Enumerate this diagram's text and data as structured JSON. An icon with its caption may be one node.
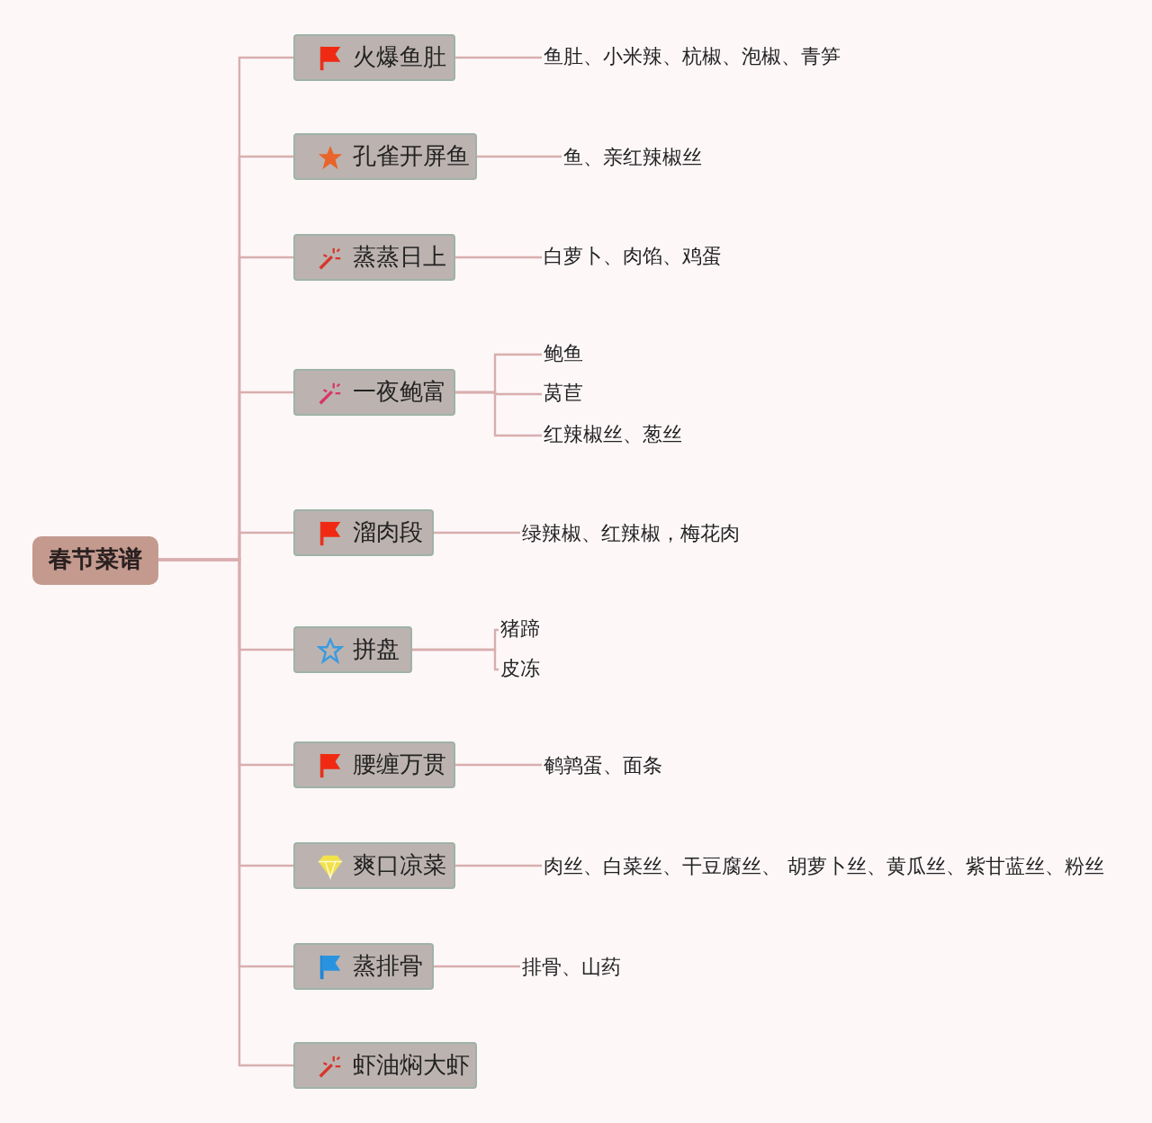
{
  "diagram": {
    "nodes": [
      {
        "text": [
          "春节菜谱"
        ]
      },
      {
        "text": [
          "火爆鱼肚"
        ]
      },
      {
        "text": [
          "鱼肚、小米辣、杭椒、泡椒、青笋"
        ]
      },
      {
        "text": [
          "孔雀开屏鱼"
        ]
      },
      {
        "text": [
          "鱼、亲红辣椒丝"
        ]
      },
      {
        "text": [
          "蒸蒸日上"
        ]
      },
      {
        "text": [
          "白萝卜、肉馅、鸡蛋"
        ]
      },
      {
        "text": [
          "一夜鲍富"
        ]
      },
      {
        "text": [
          "鲍鱼"
        ]
      },
      {
        "text": [
          "莴苣"
        ]
      },
      {
        "text": [
          "红辣椒丝、葱丝"
        ]
      },
      {
        "text": [
          "溜肉段"
        ]
      },
      {
        "text": [
          "绿辣椒、红辣椒，梅花肉"
        ]
      },
      {
        "text": [
          "拼盘"
        ]
      },
      {
        "text": [
          "猪蹄"
        ]
      },
      {
        "text": [
          "皮冻"
        ]
      },
      {
        "text": [
          "腰缠万贯"
        ]
      },
      {
        "text": [
          "鹌鹑蛋、面条"
        ]
      },
      {
        "text": [
          "爽口凉菜"
        ]
      },
      {
        "text": [
          "肉丝、白菜丝、干豆腐丝、 胡萝卜丝、黄瓜丝、紫甘蓝丝、粉丝"
        ]
      },
      {
        "text": [
          "蒸排骨"
        ]
      },
      {
        "text": [
          "排骨、山药"
        ]
      },
      {
        "text": [
          "虾油焖大虾"
        ]
      }
    ],
    "edges": [
      {
        "from": 0,
        "to": 1,
        "arrow": "none"
      },
      {
        "from": 0,
        "to": 3,
        "arrow": "none"
      },
      {
        "from": 0,
        "to": 5,
        "arrow": "none"
      },
      {
        "from": 0,
        "to": 7,
        "arrow": "none"
      },
      {
        "from": 0,
        "to": 11,
        "arrow": "none"
      },
      {
        "from": 0,
        "to": 13,
        "arrow": "none"
      },
      {
        "from": 0,
        "to": 16,
        "arrow": "none"
      },
      {
        "from": 0,
        "to": 18,
        "arrow": "none"
      },
      {
        "from": 0,
        "to": 20,
        "arrow": "none"
      },
      {
        "from": 0,
        "to": 22,
        "arrow": "none"
      },
      {
        "from": 1,
        "to": 2,
        "arrow": "none"
      },
      {
        "from": 3,
        "to": 4,
        "arrow": "none"
      },
      {
        "from": 5,
        "to": 6,
        "arrow": "none"
      },
      {
        "from": 7,
        "to": 8,
        "arrow": "none"
      },
      {
        "from": 7,
        "to": 9,
        "arrow": "none"
      },
      {
        "from": 7,
        "to": 10,
        "arrow": "none"
      },
      {
        "from": 11,
        "to": 12,
        "arrow": "none"
      },
      {
        "from": 13,
        "to": 14,
        "arrow": "none"
      },
      {
        "from": 13,
        "to": 15,
        "arrow": "none"
      },
      {
        "from": 16,
        "to": 17,
        "arrow": "none"
      },
      {
        "from": 18,
        "to": 19,
        "arrow": "none"
      },
      {
        "from": 20,
        "to": 21,
        "arrow": "none"
      }
    ]
  }
}
